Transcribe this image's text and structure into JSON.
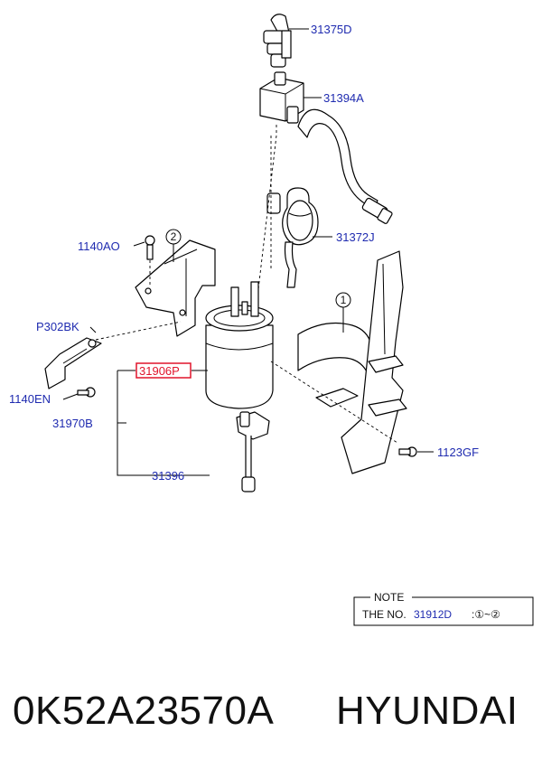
{
  "labels": {
    "p31375D": "31375D",
    "p31394A": "31394A",
    "p31372J": "31372J",
    "p1140AO": "1140AO",
    "pP302BK": "P302BK",
    "p31906P": "31906P",
    "p1140EN": "1140EN",
    "p31970B": "31970B",
    "p1123GF": "1123GF",
    "p31396": "31396"
  },
  "callouts": {
    "c1": "1",
    "c2": "2"
  },
  "note": {
    "title": "NOTE",
    "prefix": "THE NO.",
    "code": "31912D",
    "range": ":①~②"
  },
  "footer": {
    "part_number": "0K52A23570A",
    "brand": "HYUNDAI"
  },
  "colors": {
    "label_blue": "#1f2bb0",
    "highlight_red": "#e0142b"
  }
}
